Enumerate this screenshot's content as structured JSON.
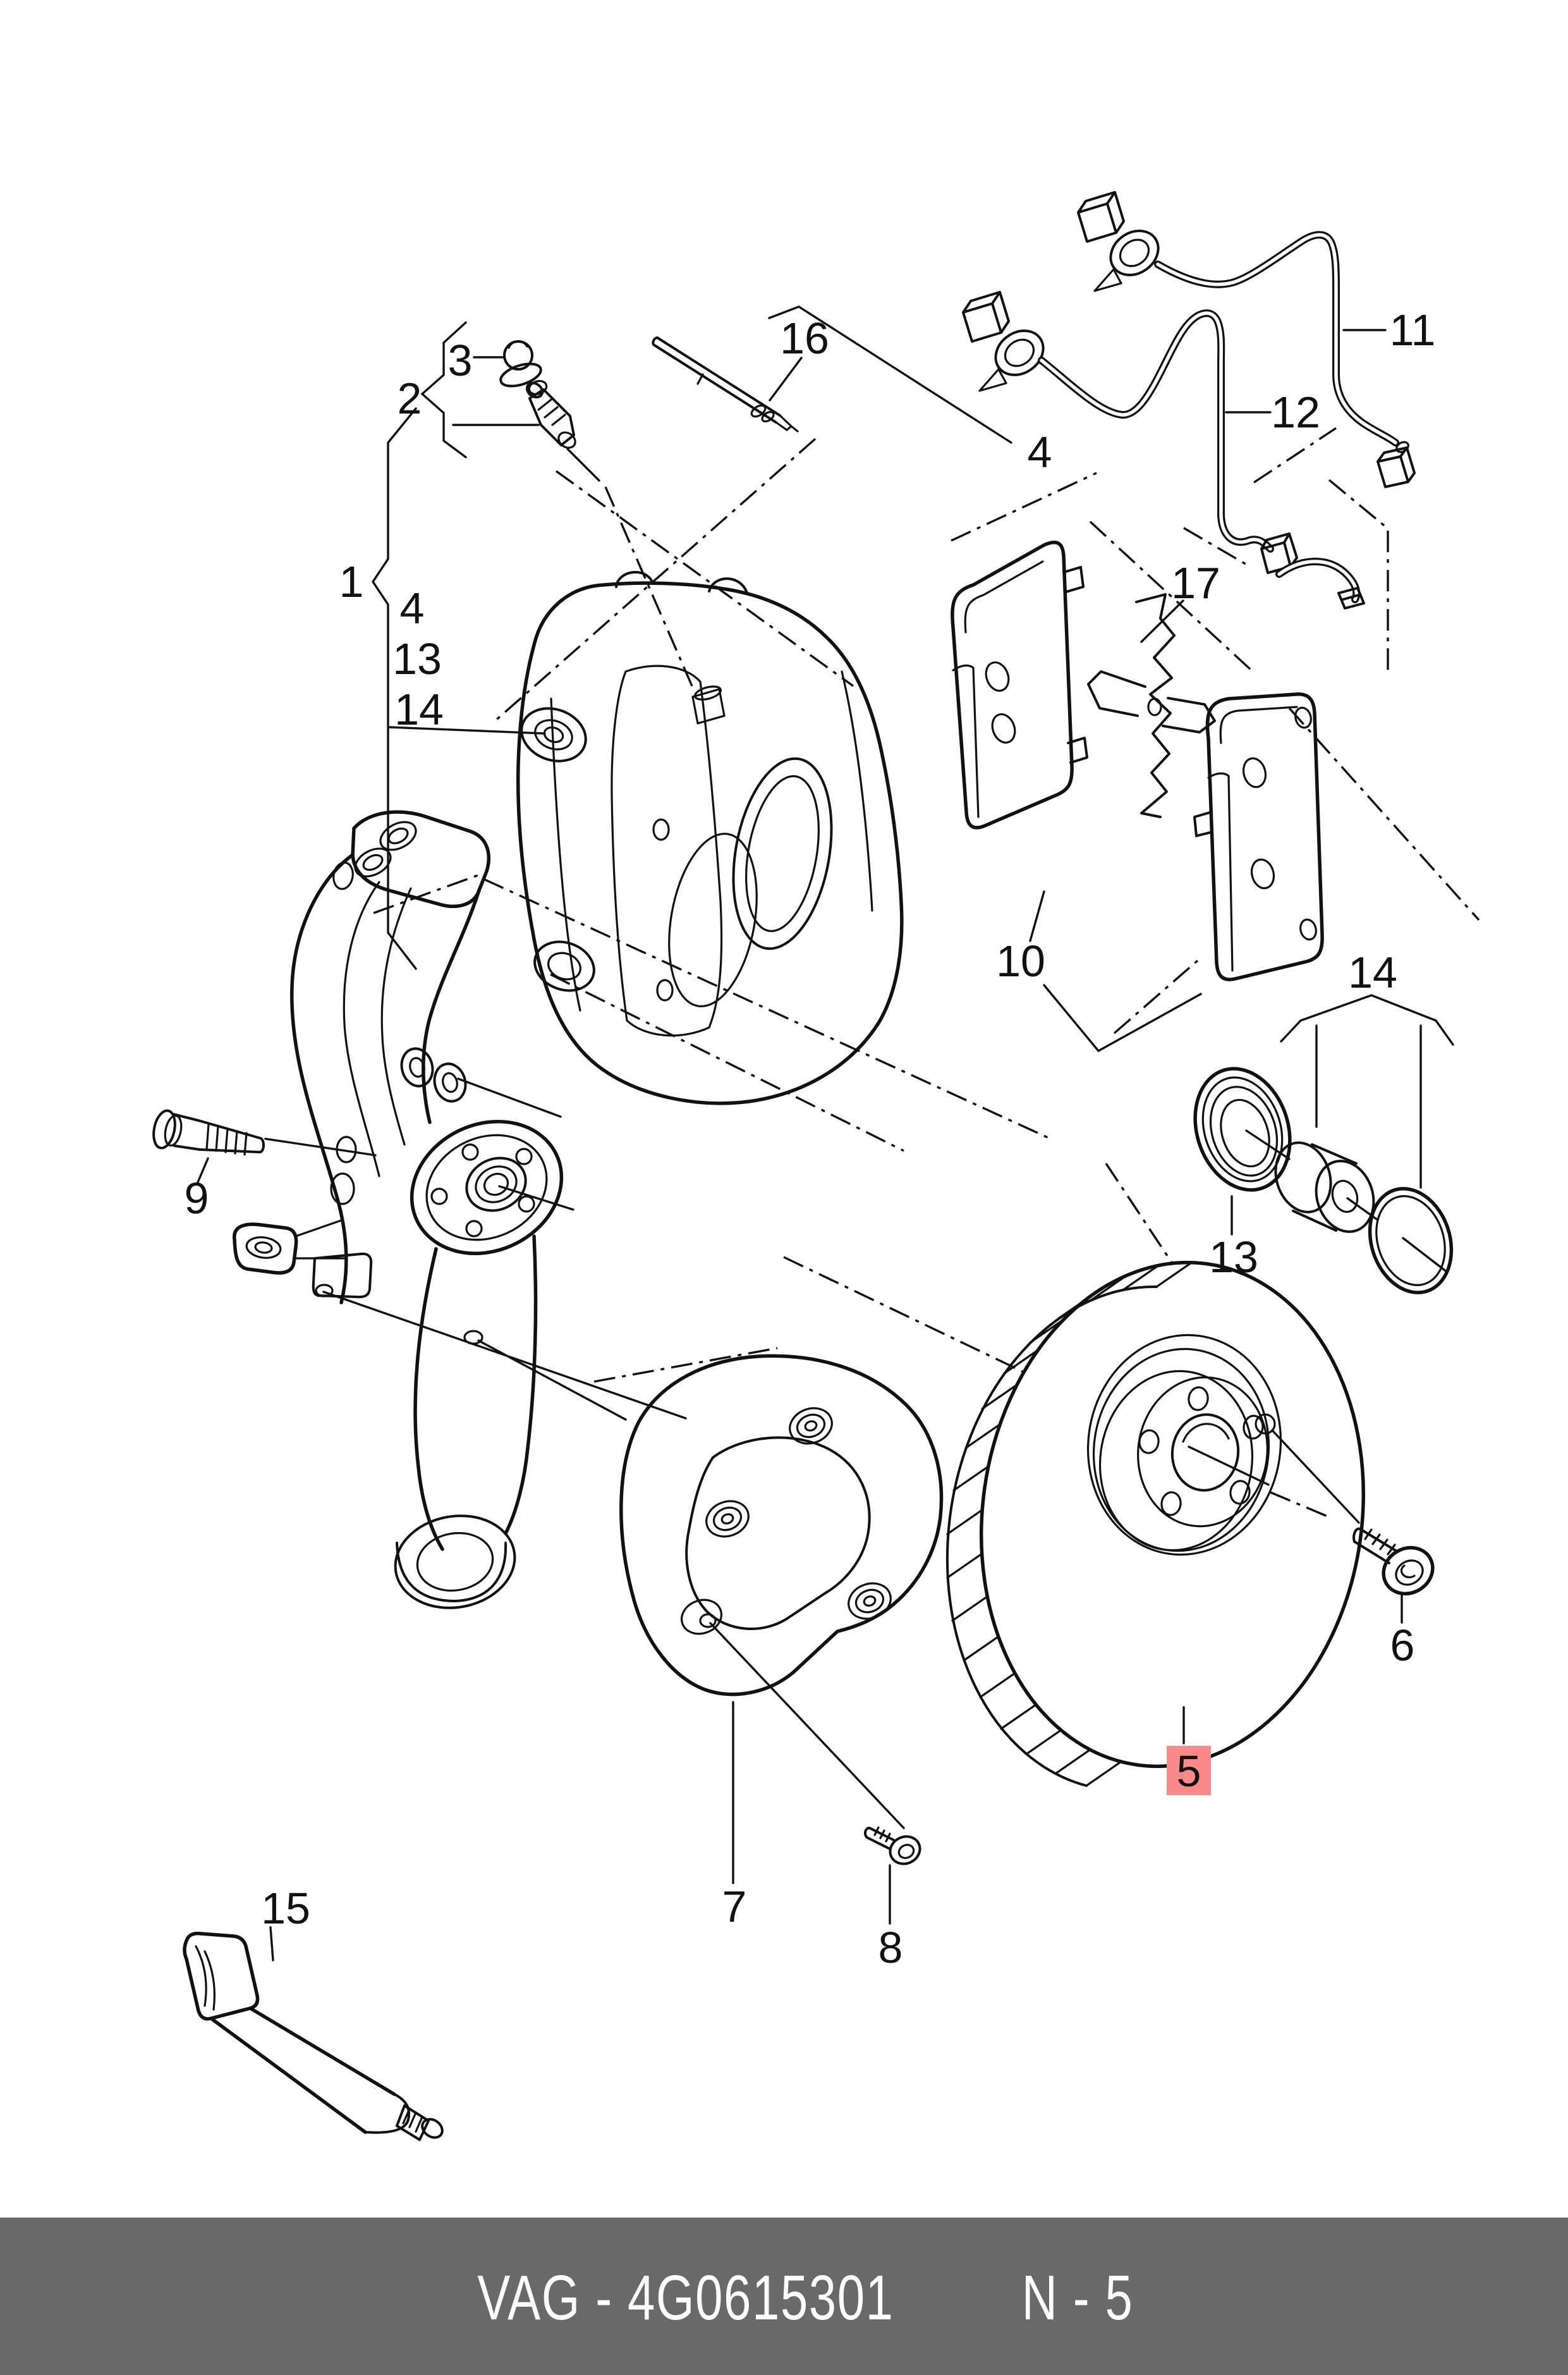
{
  "diagram": {
    "callouts": [
      {
        "id": "group-1",
        "text": "1"
      },
      {
        "id": "bleeder-valve-2",
        "text": "2"
      },
      {
        "id": "dust-cap-3",
        "text": "3"
      },
      {
        "id": "caliper-4-group",
        "text": "4"
      },
      {
        "id": "kit-13-group",
        "text": "13"
      },
      {
        "id": "kit-14-group",
        "text": "14"
      },
      {
        "id": "guide-pin-16",
        "text": "16"
      },
      {
        "id": "caliper-4",
        "text": "4"
      },
      {
        "id": "sensor-wire-11",
        "text": "11"
      },
      {
        "id": "sensor-wire-12",
        "text": "12"
      },
      {
        "id": "retainer-spring-17",
        "text": "17"
      },
      {
        "id": "brake-pads-10",
        "text": "10"
      },
      {
        "id": "piston-kit-14",
        "text": "14"
      },
      {
        "id": "seal-13",
        "text": "13"
      },
      {
        "id": "bolt-9",
        "text": "9"
      },
      {
        "id": "screw-6",
        "text": "6"
      },
      {
        "id": "brake-disc-5",
        "text": "5"
      },
      {
        "id": "splash-shield-7",
        "text": "7"
      },
      {
        "id": "screw-8",
        "text": "8"
      },
      {
        "id": "grease-tube-15",
        "text": "15"
      }
    ],
    "highlight": {
      "text": "5",
      "fill": "#fa8a8a",
      "text_color": "#7a1c1c"
    }
  },
  "footer": {
    "part_code": "VAG - 4G0615301",
    "page_ref": "N - 5",
    "background": "#696969",
    "text_color": "#fdfdfd"
  }
}
